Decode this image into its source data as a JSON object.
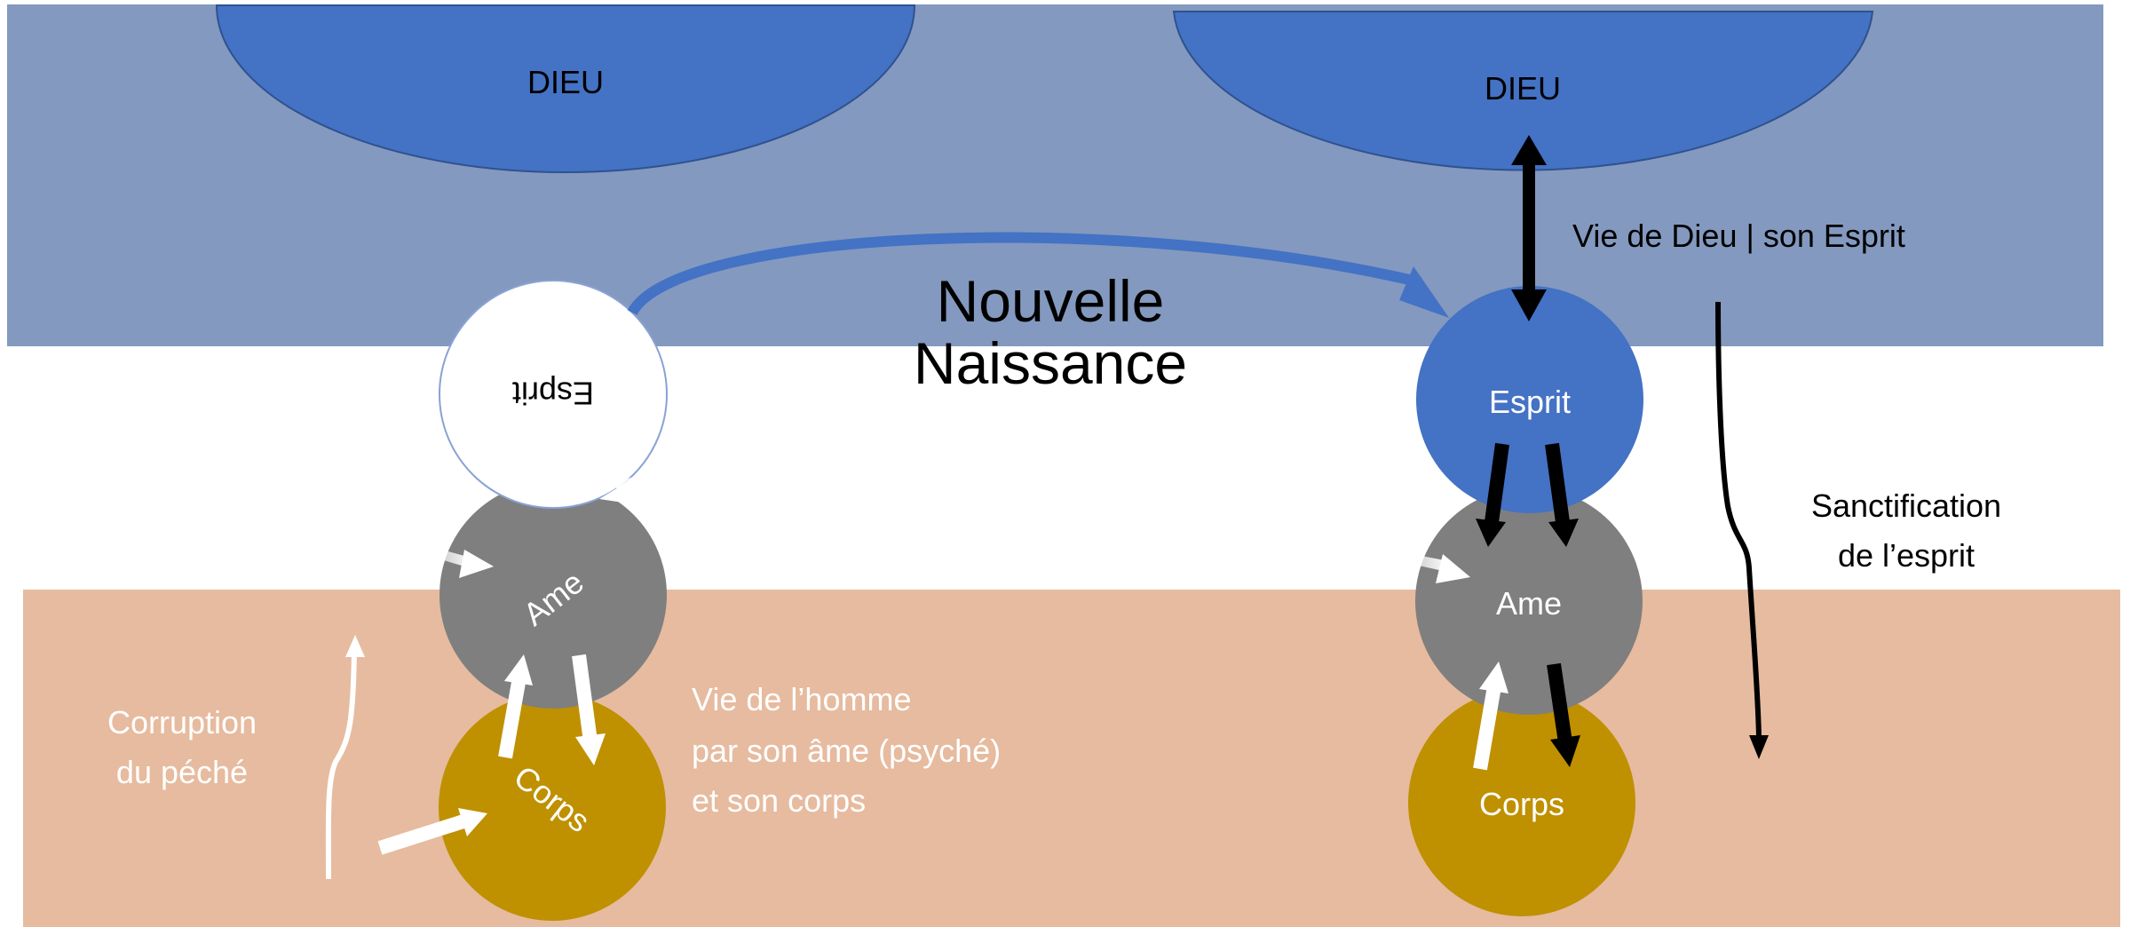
{
  "colors": {
    "heaven_band": "#8399bf",
    "earth_band": "#e6bb9f",
    "dieu_fill": "#4472c4",
    "dieu_stroke": "#2f528f",
    "esprit_new": "#4472c4",
    "esprit_old": "#ffffff",
    "ame": "#7f7f7f",
    "corps": "#bf9000",
    "arrow_dark": "#000000",
    "arrow_light": "#ffffff",
    "text_dark": "#000000",
    "text_light": "#ffffff"
  },
  "left": {
    "dieu_label": "DIEU",
    "esprit_label": "Esprit",
    "ame_label": "Ame",
    "corps_label": "Corps",
    "corruption_line1": "Corruption",
    "corruption_line2": "du péché",
    "vie_line1": "Vie de l’homme",
    "vie_line2": "par son âme (psyché)",
    "vie_line3": "et son corps"
  },
  "center": {
    "title_line1": "Nouvelle",
    "title_line2": "Naissance"
  },
  "right": {
    "dieu_label": "DIEU",
    "vie_dieu_label": "Vie de Dieu | son Esprit",
    "esprit_label": "Esprit",
    "ame_label": "Ame",
    "corps_label": "Corps",
    "sanct_line1": "Sanctification",
    "sanct_line2": "de l’esprit"
  }
}
